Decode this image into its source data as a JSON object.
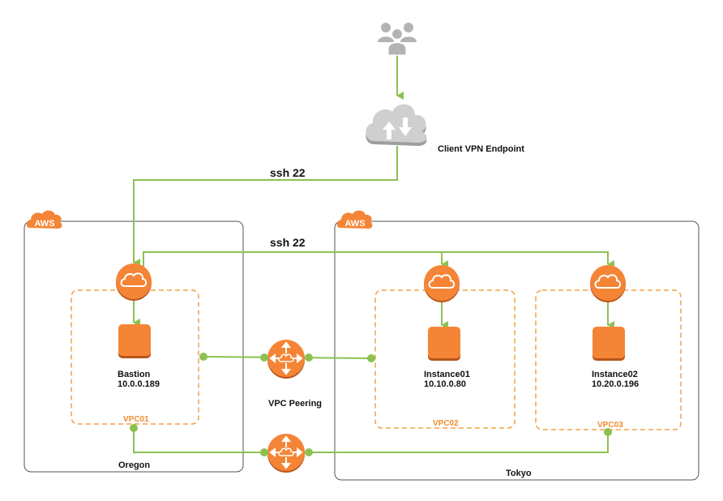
{
  "colors": {
    "aws_orange": "#f58536",
    "aws_orange_dark": "#b8551a",
    "connector_green": "#8cc152",
    "vpc_dashed": "#f5a142",
    "region_border": "#555555",
    "icon_gray": "#b3b3b3"
  },
  "top": {
    "users_icon": "users-icon",
    "vpn_endpoint": {
      "icon": "client-vpn-cloud-icon",
      "label": "Client VPN Endpoint"
    },
    "ssh_label_1": "ssh 22",
    "ssh_label_2": "ssh 22"
  },
  "regions": [
    {
      "badge": "AWS",
      "name": "Oregon",
      "vpcs": [
        {
          "label": "VPC01",
          "instance": {
            "name": "Bastion",
            "ip": "10.0.0.189"
          }
        }
      ]
    },
    {
      "badge": "AWS",
      "name": "Tokyo",
      "vpcs": [
        {
          "label": "VPC02",
          "instance": {
            "name": "Instance01",
            "ip": "10.10.0.80"
          }
        },
        {
          "label": "VPC03",
          "instance": {
            "name": "Instance02",
            "ip": "10.20.0.196"
          }
        }
      ]
    }
  ],
  "peering": {
    "label": "VPC Peering"
  }
}
